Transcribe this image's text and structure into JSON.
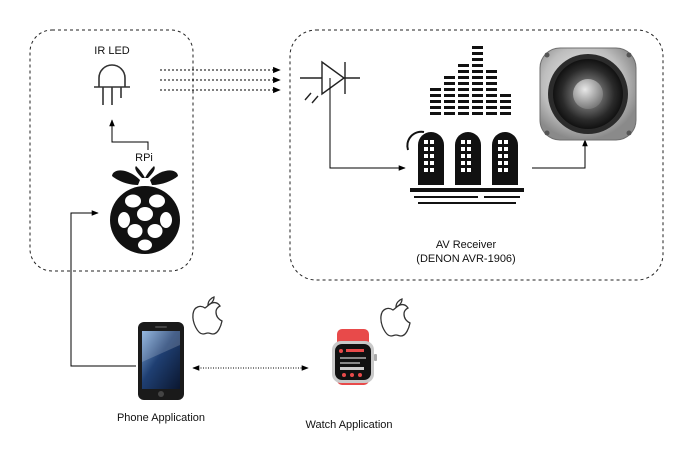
{
  "labels": {
    "ir_led": "IR LED",
    "rpi": "RPi",
    "av_receiver": "AV Receiver",
    "av_receiver_model": "(DENON AVR-1906)",
    "phone_app": "Phone Application",
    "watch_app": "Watch Application"
  },
  "icons": [
    "led-icon",
    "raspberry-pi-icon",
    "photodiode-icon",
    "receiver-icon",
    "speaker-icon",
    "iphone-icon",
    "apple-watch-icon",
    "apple-logo-icon"
  ],
  "colors": {
    "watch_band": "#e84a4a",
    "raspberry": "#111111"
  }
}
